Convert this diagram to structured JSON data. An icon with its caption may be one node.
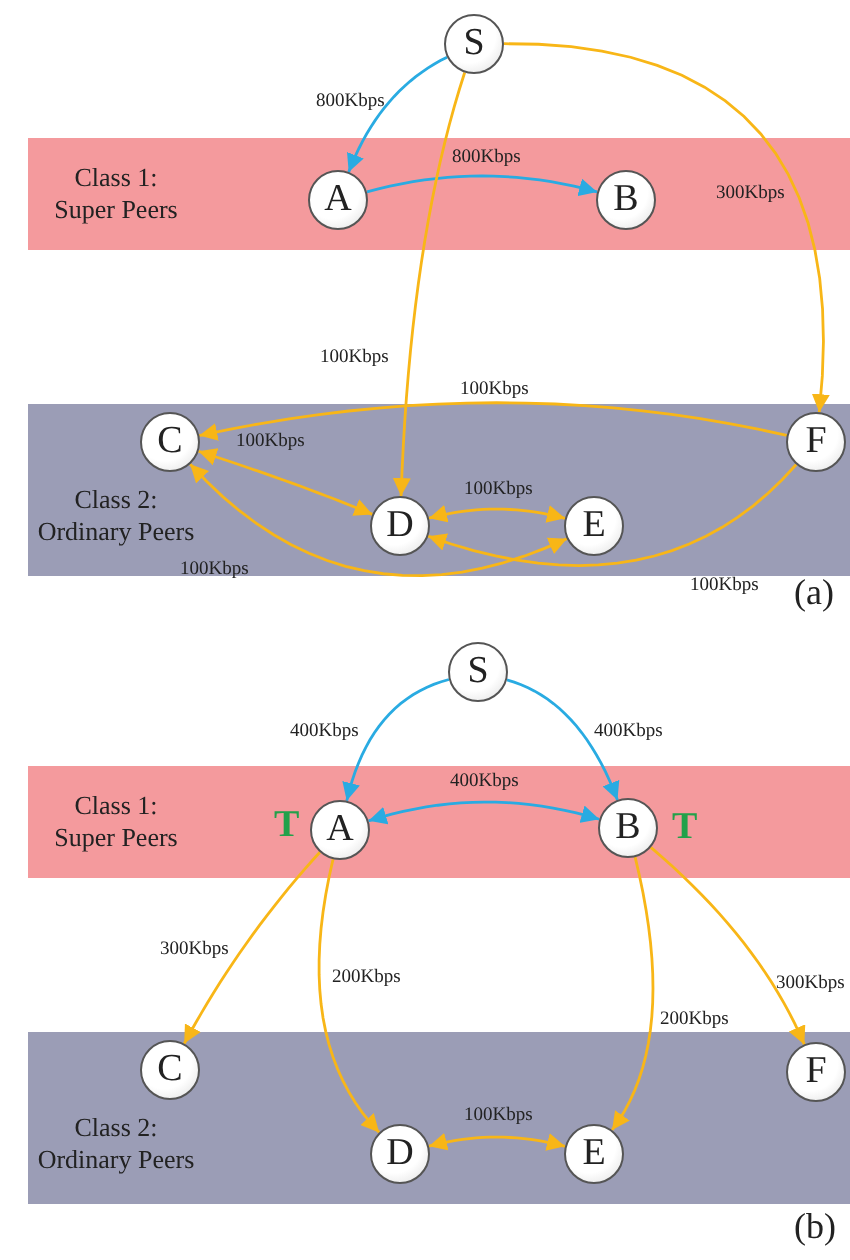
{
  "diagram": {
    "nodes": [
      {
        "text": [
          "S"
        ]
      },
      {
        "text": [
          "Class 1: Super Peers"
        ]
      },
      {
        "text": [
          "A"
        ],
        "in": 1
      },
      {
        "text": [
          "B"
        ],
        "in": 1
      },
      {
        "text": [
          "Class 2: Ordinary Peers"
        ]
      },
      {
        "text": [
          "C"
        ],
        "in": 4
      },
      {
        "text": [
          "D"
        ],
        "in": 4
      },
      {
        "text": [
          "E"
        ],
        "in": 4
      },
      {
        "text": [
          "F"
        ],
        "in": 4
      },
      {
        "text": [
          "S"
        ]
      },
      {
        "text": [
          "Class 1: Super Peers"
        ]
      },
      {
        "text": [
          "A"
        ],
        "in": 10,
        "beside": [
          "T"
        ]
      },
      {
        "text": [
          "B"
        ],
        "in": 10,
        "beside": [
          "T"
        ]
      },
      {
        "text": [
          "Class 2: Ordinary Peers"
        ]
      },
      {
        "text": [
          "C"
        ],
        "in": 13
      },
      {
        "text": [
          "D"
        ],
        "in": 13
      },
      {
        "text": [
          "E"
        ],
        "in": 13
      },
      {
        "text": [
          "F"
        ],
        "in": 13
      }
    ],
    "edges": [
      {
        "from": 0,
        "to": 2,
        "arrow": "to",
        "label": "800Kbps",
        "color": "#29abe2"
      },
      {
        "from": 2,
        "to": 3,
        "arrow": "to",
        "label": "800Kbps",
        "color": "#29abe2"
      },
      {
        "from": 0,
        "to": 8,
        "arrow": "to",
        "label": "300Kbps"
      },
      {
        "from": 0,
        "to": 6,
        "arrow": "to",
        "label": "100Kbps"
      },
      {
        "from": 8,
        "to": 5,
        "arrow": "to",
        "label": "100Kbps"
      },
      {
        "from": 5,
        "to": 6,
        "arrow": "both",
        "label": "100Kbps"
      },
      {
        "from": 6,
        "to": 7,
        "arrow": "both",
        "label": "100Kbps"
      },
      {
        "from": 5,
        "to": 7,
        "arrow": "both",
        "label": "100Kbps"
      },
      {
        "from": 8,
        "to": 6,
        "arrow": "to",
        "label": "100Kbps"
      },
      {
        "from": 9,
        "to": 11,
        "arrow": "to",
        "label": "400Kbps",
        "color": "#29abe2"
      },
      {
        "from": 9,
        "to": 12,
        "arrow": "to",
        "label": "400Kbps",
        "color": "#29abe2"
      },
      {
        "from": 11,
        "to": 12,
        "arrow": "both",
        "label": "400Kbps",
        "color": "#29abe2"
      },
      {
        "from": 11,
        "to": 14,
        "arrow": "to",
        "label": "300Kbps"
      },
      {
        "from": 11,
        "to": 15,
        "arrow": "to",
        "label": "200Kbps"
      },
      {
        "from": 12,
        "to": 16,
        "arrow": "to",
        "label": "200Kbps"
      },
      {
        "from": 12,
        "to": 17,
        "arrow": "to",
        "label": "300Kbps"
      },
      {
        "from": 15,
        "to": 16,
        "arrow": "both",
        "label": "100Kbps"
      }
    ],
    "labels": [
      "(a)",
      "(b)"
    ]
  }
}
